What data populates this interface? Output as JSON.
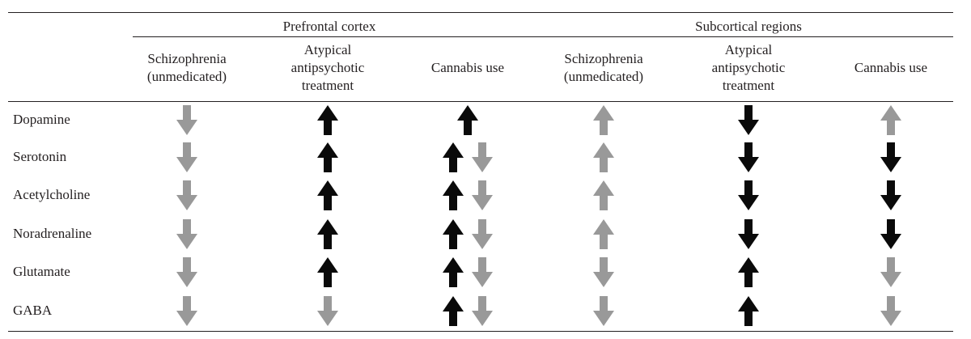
{
  "table": {
    "group_headers": [
      "Prefrontal cortex",
      "Subcortical regions"
    ],
    "column_headers": [
      [
        "Schizophrenia",
        "(unmedicated)"
      ],
      [
        "Atypical",
        "antipsychotic",
        "treatment"
      ],
      [
        "Cannabis use"
      ],
      [
        "Schizophrenia",
        "(unmedicated)"
      ],
      [
        "Atypical",
        "antipsychotic",
        "treatment"
      ],
      [
        "Cannabis use"
      ]
    ],
    "rows": [
      {
        "label": "Dopamine",
        "cells": [
          [
            "down-gray"
          ],
          [
            "up-black"
          ],
          [
            "up-black"
          ],
          [
            "up-gray"
          ],
          [
            "down-black"
          ],
          [
            "up-gray"
          ]
        ]
      },
      {
        "label": "Serotonin",
        "cells": [
          [
            "down-gray"
          ],
          [
            "up-black"
          ],
          [
            "up-black",
            "down-gray"
          ],
          [
            "up-gray"
          ],
          [
            "down-black"
          ],
          [
            "down-black"
          ]
        ]
      },
      {
        "label": "Acetylcholine",
        "cells": [
          [
            "down-gray"
          ],
          [
            "up-black"
          ],
          [
            "up-black",
            "down-gray"
          ],
          [
            "up-gray"
          ],
          [
            "down-black"
          ],
          [
            "down-black"
          ]
        ]
      },
      {
        "label": "Noradrenaline",
        "cells": [
          [
            "down-gray"
          ],
          [
            "up-black"
          ],
          [
            "up-black",
            "down-gray"
          ],
          [
            "up-gray"
          ],
          [
            "down-black"
          ],
          [
            "down-black"
          ]
        ]
      },
      {
        "label": "Glutamate",
        "cells": [
          [
            "down-gray"
          ],
          [
            "up-black"
          ],
          [
            "up-black",
            "down-gray"
          ],
          [
            "down-gray"
          ],
          [
            "up-black"
          ],
          [
            "down-gray"
          ]
        ]
      },
      {
        "label": "GABA",
        "cells": [
          [
            "down-gray"
          ],
          [
            "down-gray"
          ],
          [
            "up-black",
            "down-gray"
          ],
          [
            "down-gray"
          ],
          [
            "up-black"
          ],
          [
            "down-gray"
          ]
        ]
      }
    ]
  },
  "colors": {
    "black_arrow": "#0a0a0a",
    "gray_arrow": "#999999",
    "rule": "#231f20"
  }
}
